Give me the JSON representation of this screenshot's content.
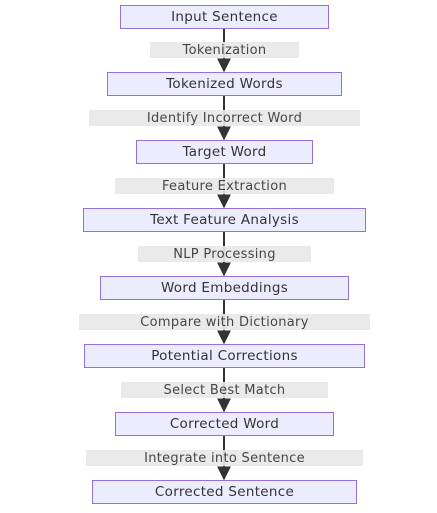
{
  "diagram": {
    "nodes": [
      {
        "id": "input",
        "label": "Input Sentence"
      },
      {
        "id": "tokenized",
        "label": "Tokenized Words"
      },
      {
        "id": "target",
        "label": "Target Word"
      },
      {
        "id": "tfa",
        "label": "Text Feature Analysis"
      },
      {
        "id": "emb",
        "label": "Word Embeddings"
      },
      {
        "id": "potential",
        "label": "Potential Corrections"
      },
      {
        "id": "corrected",
        "label": "Corrected Word"
      },
      {
        "id": "sentence",
        "label": "Corrected Sentence"
      }
    ],
    "edges": [
      {
        "from": "input",
        "to": "tokenized",
        "label": "Tokenization"
      },
      {
        "from": "tokenized",
        "to": "target",
        "label": "Identify Incorrect Word"
      },
      {
        "from": "target",
        "to": "tfa",
        "label": "Feature Extraction"
      },
      {
        "from": "tfa",
        "to": "emb",
        "label": "NLP Processing"
      },
      {
        "from": "emb",
        "to": "potential",
        "label": "Compare with Dictionary"
      },
      {
        "from": "potential",
        "to": "corrected",
        "label": "Select Best Match"
      },
      {
        "from": "corrected",
        "to": "sentence",
        "label": "Integrate into Sentence"
      }
    ],
    "colors": {
      "node_fill": "#ECECFF",
      "node_border": "#9370DB",
      "edge_line": "#333333",
      "label_bg": "#e8e8e8",
      "text": "#333333"
    }
  }
}
